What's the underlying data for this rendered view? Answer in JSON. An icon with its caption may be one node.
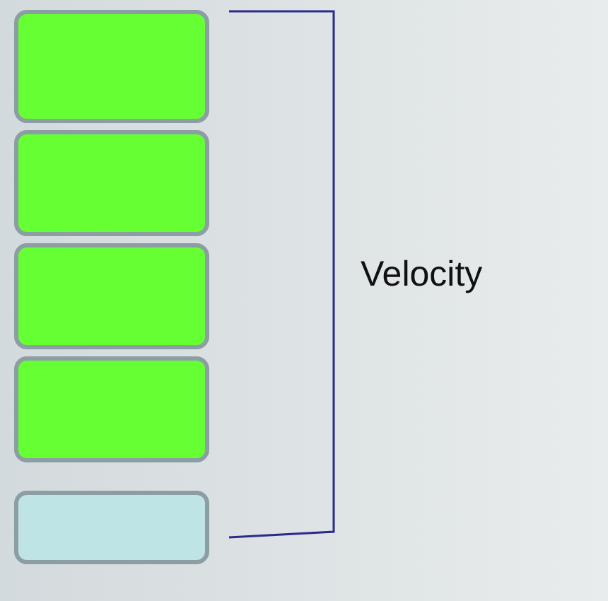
{
  "diagram": {
    "nodes": [
      {
        "text": [],
        "shape": "box"
      },
      {
        "text": [],
        "shape": "box"
      },
      {
        "text": [],
        "shape": "box"
      },
      {
        "text": [],
        "shape": "box"
      },
      {
        "text": [],
        "shape": "box"
      }
    ],
    "labels": [
      "Velocity"
    ]
  }
}
